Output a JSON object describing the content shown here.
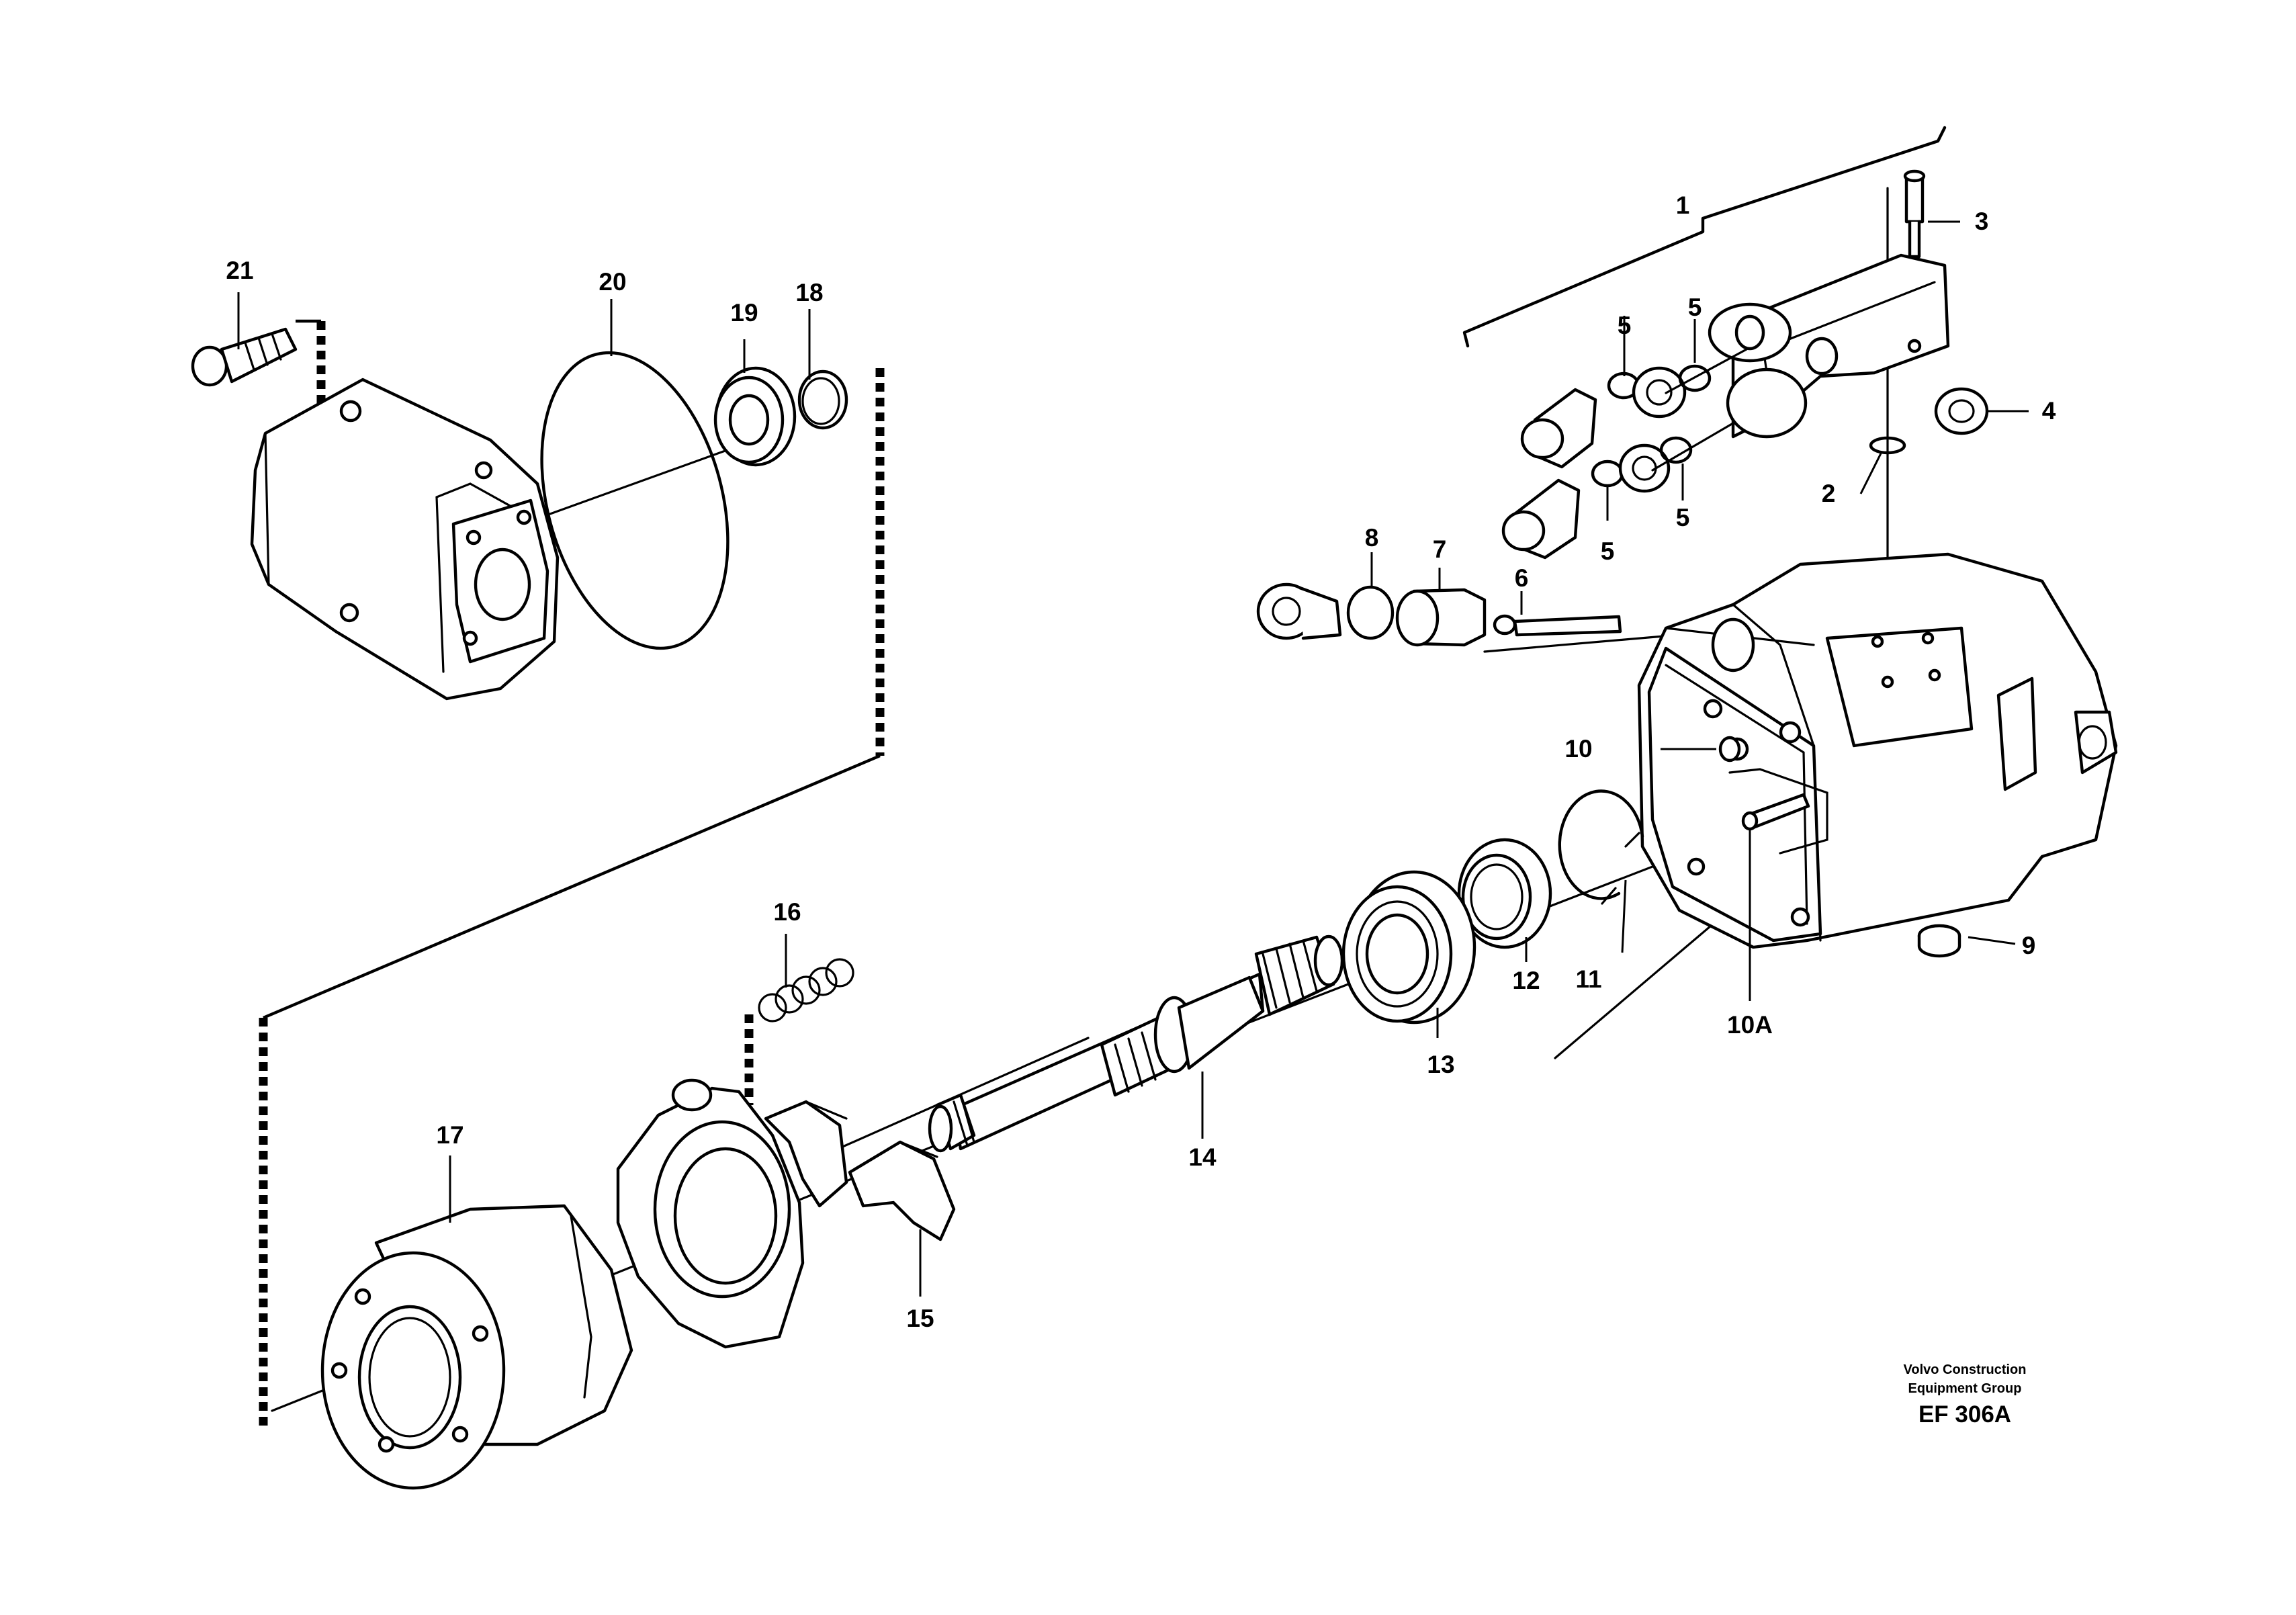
{
  "callouts": {
    "c1": "1",
    "c2": "2",
    "c3": "3",
    "c4": "4",
    "c5a": "5",
    "c5b": "5",
    "c5c": "5",
    "c5d": "5",
    "c6": "6",
    "c7": "7",
    "c8": "8",
    "c9": "9",
    "c10": "10",
    "c10a": "10A",
    "c11": "11",
    "c12": "12",
    "c13": "13",
    "c14": "14",
    "c15": "15",
    "c16": "16",
    "c17": "17",
    "c18": "18",
    "c19": "19",
    "c20": "20",
    "c21": "21"
  },
  "credit": {
    "line1": "Volvo Construction",
    "line2": "Equipment Group",
    "code": "EF 306A"
  }
}
